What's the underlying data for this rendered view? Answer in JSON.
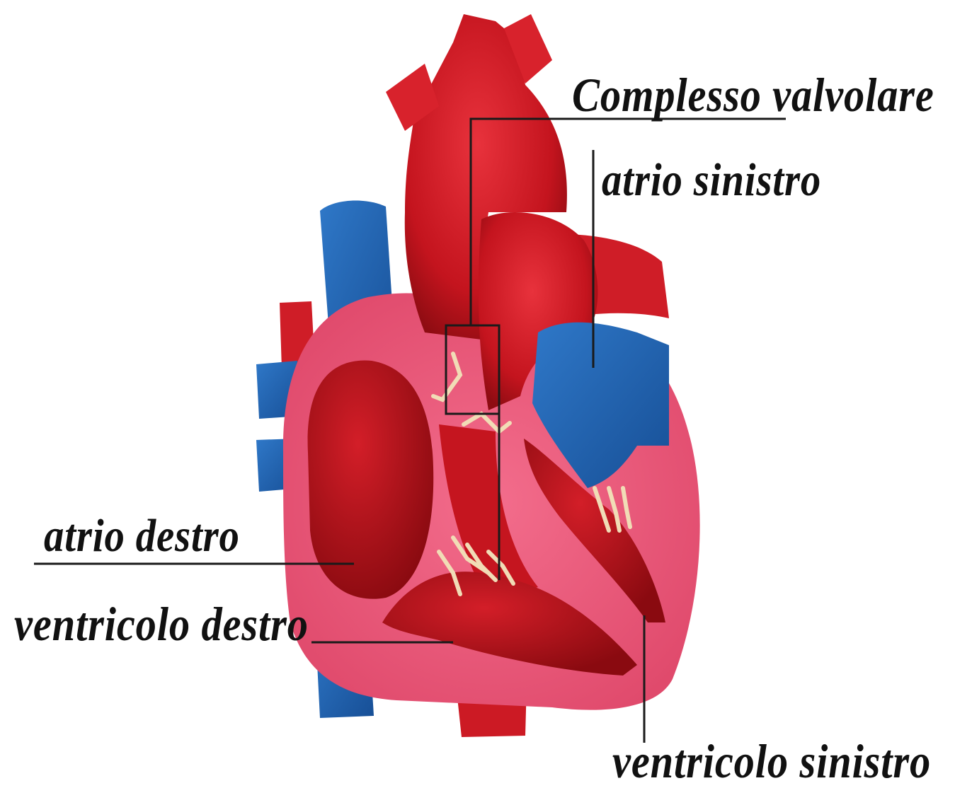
{
  "diagram": {
    "labels": {
      "complesso_valvolare": "Complesso valvolare",
      "atrio_sinistro": "atrio sinistro",
      "atrio_destro": "atrio destro",
      "ventricolo_destro": "ventricolo destro",
      "ventricolo_sinistro": "ventricolo sinistro"
    },
    "colors": {
      "background": "#ffffff",
      "artery_red": "#d81f2a",
      "dark_red": "#9e1014",
      "heart_wall_pink": "#ee5a7c",
      "vein_blue": "#1f5fae",
      "valve_cream": "#f1dcb6",
      "leader_line": "#1a1a1a",
      "label_text": "#111111"
    }
  }
}
